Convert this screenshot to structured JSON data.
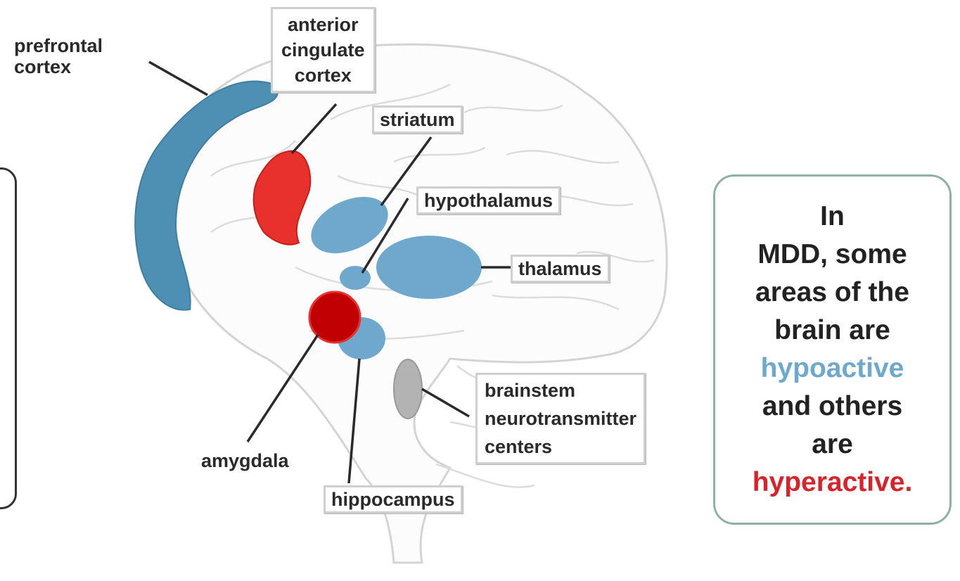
{
  "labels": {
    "prefrontal": [
      "prefrontal",
      "cortex"
    ],
    "anterior_cingulate": [
      "anterior",
      "cingulate",
      "cortex"
    ],
    "striatum": "striatum",
    "hypothalamus": "hypothalamus",
    "thalamus": "thalamus",
    "brainstem": [
      "brainstem",
      "neurotransmitter",
      "centers"
    ],
    "amygdala": "amygdala",
    "hippocampus": "hippocampus"
  },
  "info_box": {
    "lines": [
      "In",
      "MDD, some",
      "areas of the",
      "brain are"
    ],
    "hypo_word": "hypoactive",
    "mid_lines": [
      "and others",
      "are"
    ],
    "hyper_word": "hyperactive."
  },
  "colors": {
    "hypoactive": "#6ea8cc",
    "hyperactive": "#d8232a",
    "amygdala_marker": "#c00000",
    "brainstem": "#b3b3b3",
    "brain_outline": "#d9d9d9"
  }
}
